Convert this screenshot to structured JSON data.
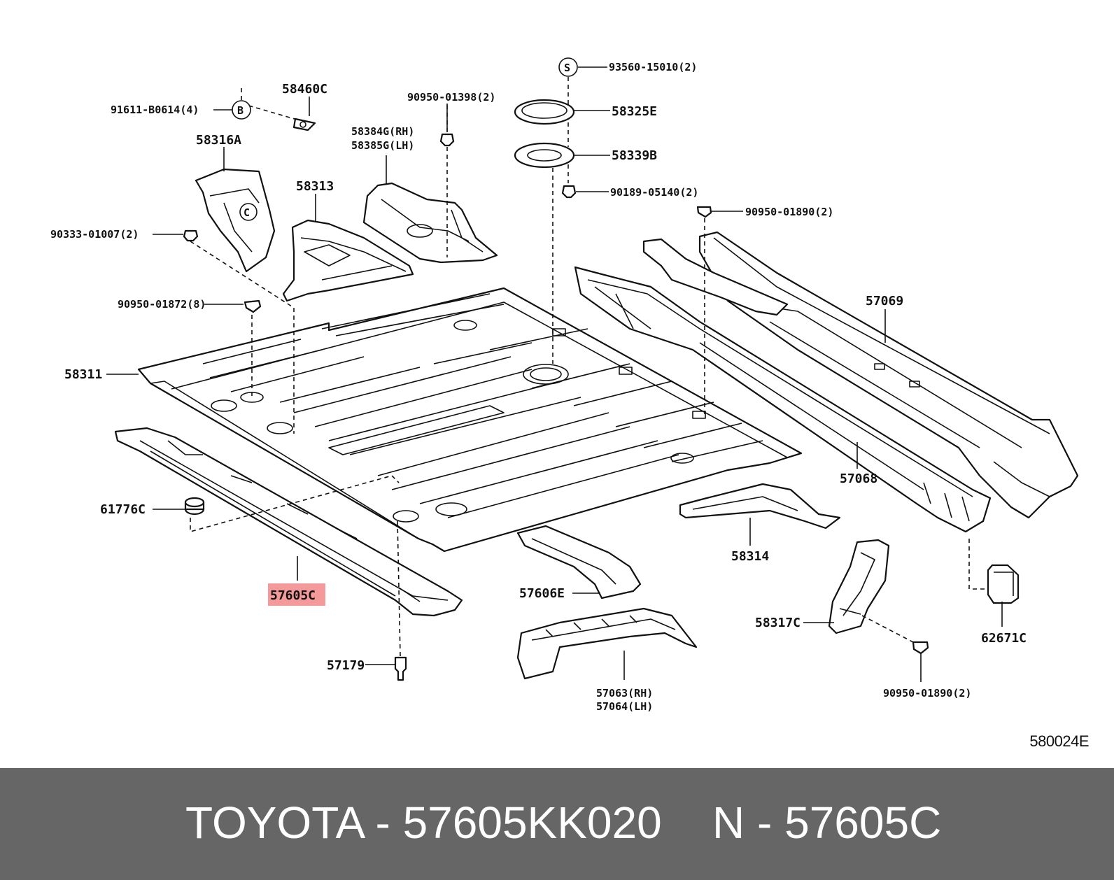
{
  "diagram": {
    "figure_code": "580024E",
    "highlight_color": "#f59a9a",
    "callouts": {
      "c93560": "93560-15010(2)",
      "c58460c": "58460C",
      "c91611": "91611-B0614(4)",
      "c90950_01398": "90950-01398(2)",
      "c58325e": "58325E",
      "c58384g": "58384G(RH)",
      "c58385g": "58385G(LH)",
      "c58316a": "58316A",
      "c58339b": "58339B",
      "c90189": "90189-05140(2)",
      "c58313": "58313",
      "c90950_01890_top": "90950-01890(2)",
      "c90333": "90333-01007(2)",
      "c57069": "57069",
      "c90950_01872": "90950-01872(8)",
      "c58311": "58311",
      "c57068": "57068",
      "c61776c": "61776C",
      "c58314": "58314",
      "c57605c": "57605C",
      "c57606e": "57606E",
      "c58317c": "58317C",
      "c62671c": "62671C",
      "c57179": "57179",
      "c57063": "57063(RH)",
      "c57064": "57064(LH)",
      "c90950_01890_bottom": "90950-01890(2)"
    },
    "markers": {
      "s": "S",
      "b": "B",
      "c": "C"
    }
  },
  "footer": {
    "background": "#666666",
    "left_text": "TOYOTA - 57605KK020",
    "right_text": "N - 57605C"
  }
}
